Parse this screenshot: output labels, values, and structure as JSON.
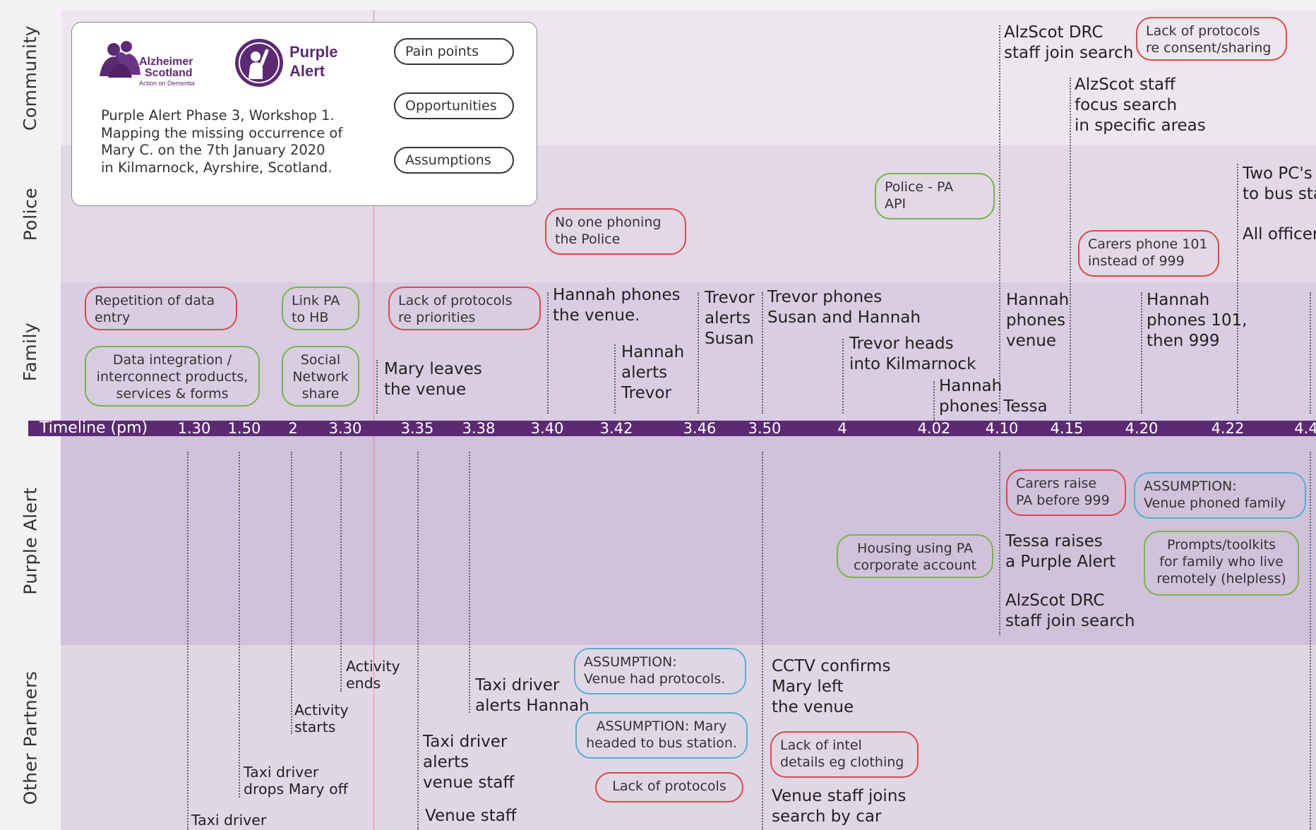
{
  "lanes": {
    "community": "Community",
    "police": "Police",
    "family": "Family",
    "purple_alert": "Purple Alert",
    "other_partners": "Other Partners"
  },
  "colors": {
    "lane_community": "#ece6ee",
    "lane_police": "#e2d8e6",
    "lane_family": "#d9cde1",
    "lane_purple": "#d0c2da",
    "lane_other": "#e0d7e6",
    "timeline": "#5b2a73",
    "pain_point": "#d94a4e",
    "opportunity": "#7cb24a",
    "assumption": "#5aaed0",
    "brand_purple": "#5b2a73"
  },
  "legend_card": {
    "alzheimer_logo_name": "Alzheimer Scotland",
    "alzheimer_tagline": "Action on Dementia",
    "purple_alert_logo_line1": "Purple",
    "purple_alert_logo_line2": "Alert",
    "description_line1": "Purple Alert Phase 3, Workshop 1.",
    "description_line2": "Mapping the missing occurrence of",
    "description_line3": "Mary C. on the 7th January 2020",
    "description_line4": "in Kilmarnock, Ayrshire, Scotland.",
    "legend_pain": "Pain points",
    "legend_opportunities": "Opportunities",
    "legend_assumptions": "Assumptions"
  },
  "timeline": {
    "title": "Timeline (pm)",
    "ticks": [
      "1.30",
      "1.50",
      "2",
      "3.30",
      "3.35",
      "3.38",
      "3.40",
      "3.42",
      "3.46",
      "3.50",
      "4",
      "4.02",
      "4.10",
      "4.15",
      "4.20",
      "4.22",
      "4.4"
    ]
  },
  "community": {
    "alzscot_drc": [
      "AlzScot DRC",
      "staff join search"
    ],
    "alzscot_staff": [
      "AlzScot staff",
      "focus search",
      "in specific areas"
    ],
    "pain_consent": [
      "Lack of protocols",
      "re consent/sharing"
    ]
  },
  "police": {
    "pain_no_one_phoning": [
      "No one phoning",
      "the Police"
    ],
    "opp_police_api": [
      "Police - PA",
      "API"
    ],
    "pain_carers_101": [
      "Carers phone 101",
      "instead of 999"
    ],
    "two_pcs": [
      "Two PC's c",
      "to bus stat"
    ],
    "all_officers": "All officers"
  },
  "family": {
    "pain_repetition": [
      "Repetition of data",
      "entry"
    ],
    "opp_link_pa": [
      "Link PA",
      "to HB"
    ],
    "pain_priorities": [
      "Lack of protocols",
      "re priorities"
    ],
    "opp_data_integration": [
      "Data integration /",
      "interconnect products,",
      "services & forms"
    ],
    "opp_social": [
      "Social",
      "Network",
      "share"
    ],
    "mary_leaves": [
      "Mary leaves",
      "the venue"
    ],
    "hannah_phones_venue": [
      "Hannah phones",
      "the venue."
    ],
    "hannah_alerts_trevor": [
      "Hannah",
      "alerts",
      "Trevor"
    ],
    "trevor_alerts_susan": [
      "Trevor",
      "alerts",
      "Susan"
    ],
    "trevor_phones": [
      "Trevor phones",
      "Susan and Hannah"
    ],
    "trevor_heads": [
      "Trevor heads",
      "into Kilmarnock"
    ],
    "hannah_phones_tessa": [
      "Hannah",
      "phones Tessa"
    ],
    "hannah_phones_venue2": [
      "Hannah",
      "phones",
      "venue"
    ],
    "hannah_101_999": [
      "Hannah",
      "phones 101,",
      "then 999"
    ]
  },
  "purple_alert": {
    "pain_carers_raise": [
      "Carers raise",
      "PA before 999"
    ],
    "asm_venue_phoned": [
      "ASSUMPTION:",
      "Venue phoned family"
    ],
    "opp_housing": [
      "Housing using PA",
      "corporate account"
    ],
    "tessa_raises": [
      "Tessa raises",
      "a Purple Alert"
    ],
    "opp_prompts": [
      "Prompts/toolkits",
      "for family who live",
      "remotely (helpless)"
    ],
    "alzscot_drc": [
      "AlzScot DRC",
      "staff join search"
    ]
  },
  "other_partners": {
    "activity_ends": [
      "Activity",
      "ends"
    ],
    "activity_starts": [
      "Activity",
      "starts"
    ],
    "taxi_drops": [
      "Taxi driver",
      "drops Mary off"
    ],
    "taxi_driver": "Taxi driver",
    "taxi_alerts_hannah": [
      "Taxi driver",
      "alerts Hannah"
    ],
    "taxi_alerts_venue": [
      "Taxi driver",
      "alerts",
      "venue staff"
    ],
    "venue_staff": "Venue staff",
    "asm_protocols": [
      "ASSUMPTION:",
      "Venue had protocols."
    ],
    "asm_bus": [
      "ASSUMPTION: Mary",
      "headed to bus station."
    ],
    "pain_lack_protocols": "Lack of protocols",
    "cctv": [
      "CCTV confirms",
      "Mary left",
      "the venue"
    ],
    "pain_intel": [
      "Lack of intel",
      "details eg clothing"
    ],
    "venue_staff_joins": [
      "Venue staff joins",
      "search by car"
    ]
  }
}
